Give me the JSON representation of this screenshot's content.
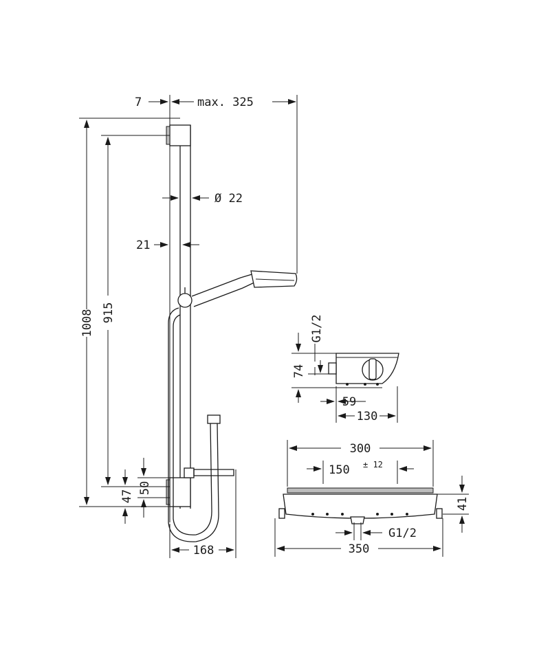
{
  "labels": {
    "d7": "7",
    "max325": "max. 325",
    "dia22": "Ø 22",
    "d21": "21",
    "d1008": "1008",
    "d915": "915",
    "d50": "50",
    "d47": "47",
    "d168": "168",
    "g12_top": "G1/2",
    "d74": "74",
    "d59": "59",
    "d130": "130",
    "d300": "300",
    "d150": "150",
    "tol12": "± 12",
    "d41": "41",
    "g12_bottom": "G1/2",
    "d350": "350"
  }
}
